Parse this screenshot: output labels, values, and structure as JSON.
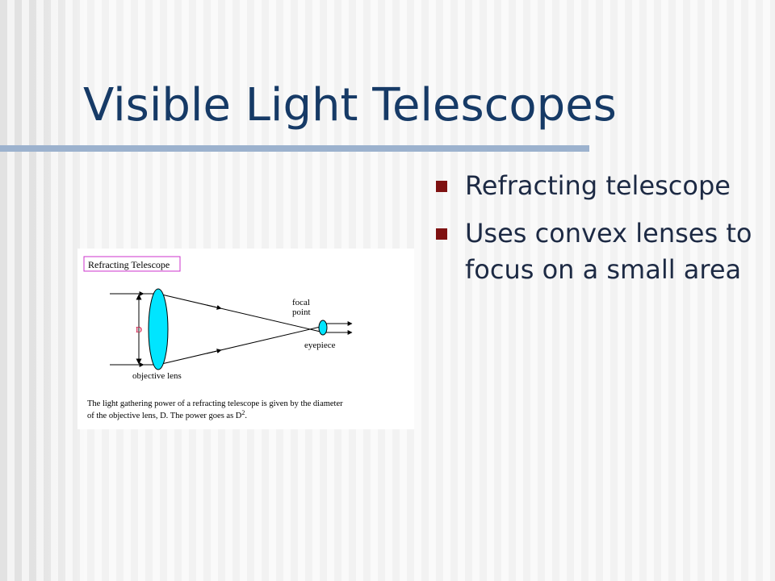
{
  "slide": {
    "title": "Visible Light Telescopes",
    "bullets": [
      "Refracting telescope",
      "Uses convex lenses to focus on a small area"
    ]
  },
  "figure": {
    "title": "Refracting Telescope",
    "label_d": "D",
    "label_focal_line1": "focal",
    "label_focal_line2": "point",
    "label_eyepiece": "eyepiece",
    "label_objective": "objective lens",
    "caption_line1": "The light gathering power of a refracting telescope is given by the diameter",
    "caption_line2_prefix": "of the objective lens, D.  The power goes as D",
    "caption_superscript": "2",
    "caption_end": "."
  },
  "colors": {
    "title": "#163a66",
    "rule": "#9cb2ce",
    "bullet_marker": "#7f1212",
    "lens_fill": "#00e5ff",
    "figure_title_border": "#cc33cc"
  }
}
